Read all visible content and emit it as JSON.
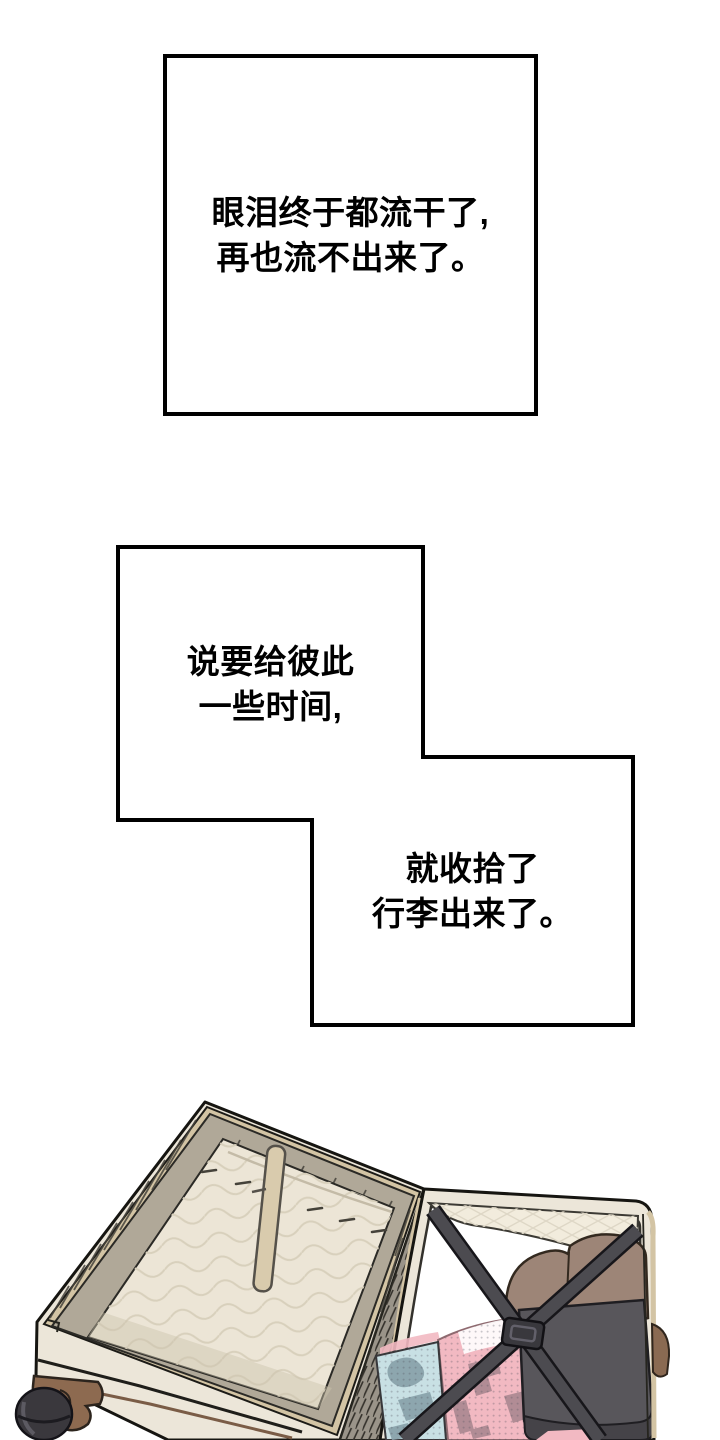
{
  "page": {
    "kind": "webtoon-comic-page",
    "background": "#ffffff"
  },
  "panels": {
    "panel1": {
      "lines": [
        "眼泪终于都流干了,",
        "再也流不出来了。"
      ]
    },
    "panel2": {
      "lines": [
        "说要给彼此",
        "一些时间,"
      ]
    },
    "panel3": {
      "lines": [
        "就收拾了",
        "行李出来了。"
      ]
    }
  },
  "illustration": {
    "name": "open-suitcase",
    "description": "An open suitcase seen at an angle: empty cream quilted lid on the left with a central strap, the right half packed with clothes (pink and blue printed garments, a dark grey pouch, a taupe roll) secured by crossed dark straps with a buckle, a single brown-mounted wheel at the lower left.",
    "colors": {
      "outline": "#161511",
      "shell": "#ece6d9",
      "trim": "#d3c4a4",
      "inner_wall": "#b0a898",
      "lid_floor": "#ece5d6",
      "lid_strap": "#d9cbad",
      "lining": "#f2ecdd",
      "interior_empty": "#ffffff",
      "hinge": "#9a9489",
      "brown_item": "#9d8577",
      "dark_bag": "#58565b",
      "bag_lip": "#454348",
      "pink_cloth": "#f2b9c2",
      "pink_print": "#b18c95",
      "blue_cloth": "#c8e0e4",
      "blue_print": "#8da6ae",
      "strap": "#4c4b50",
      "strap_outline": "#17161a",
      "buckle": "#39383d",
      "wheel": "#3a383d",
      "wheel_mount": "#8d6a50",
      "side_handle": "#8a6a52"
    }
  }
}
